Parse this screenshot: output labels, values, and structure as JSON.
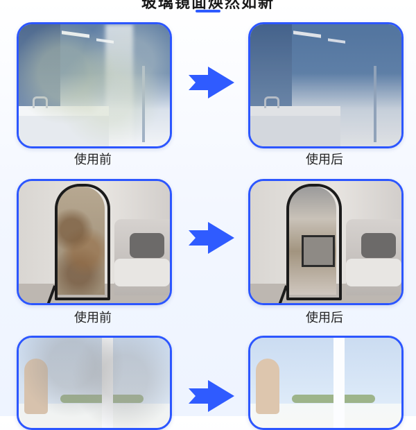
{
  "top": {
    "title": "玻璃镜面焕然如新"
  },
  "rows": [
    {
      "left_label": "使用前",
      "right_label": "使用后"
    },
    {
      "left_label": "使用前",
      "right_label": "使用后"
    }
  ],
  "colors": {
    "accent_blue": "#2c56ff",
    "arrow_blue": "#2f5bff"
  }
}
